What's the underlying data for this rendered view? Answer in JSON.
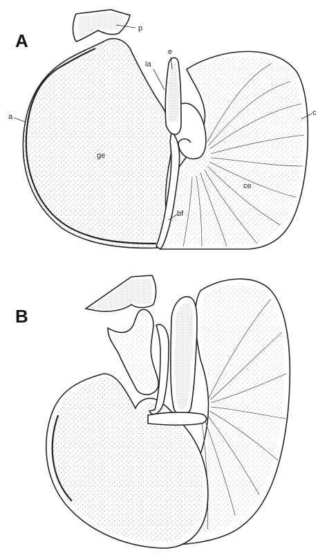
{
  "panels": [
    {
      "letter": "A",
      "labels": {
        "p": "p",
        "e": "e",
        "ia": "ia",
        "a": "a",
        "c": "c",
        "ge": "ge",
        "ce": "ce",
        "bf": "bf"
      }
    },
    {
      "letter": "B"
    }
  ]
}
